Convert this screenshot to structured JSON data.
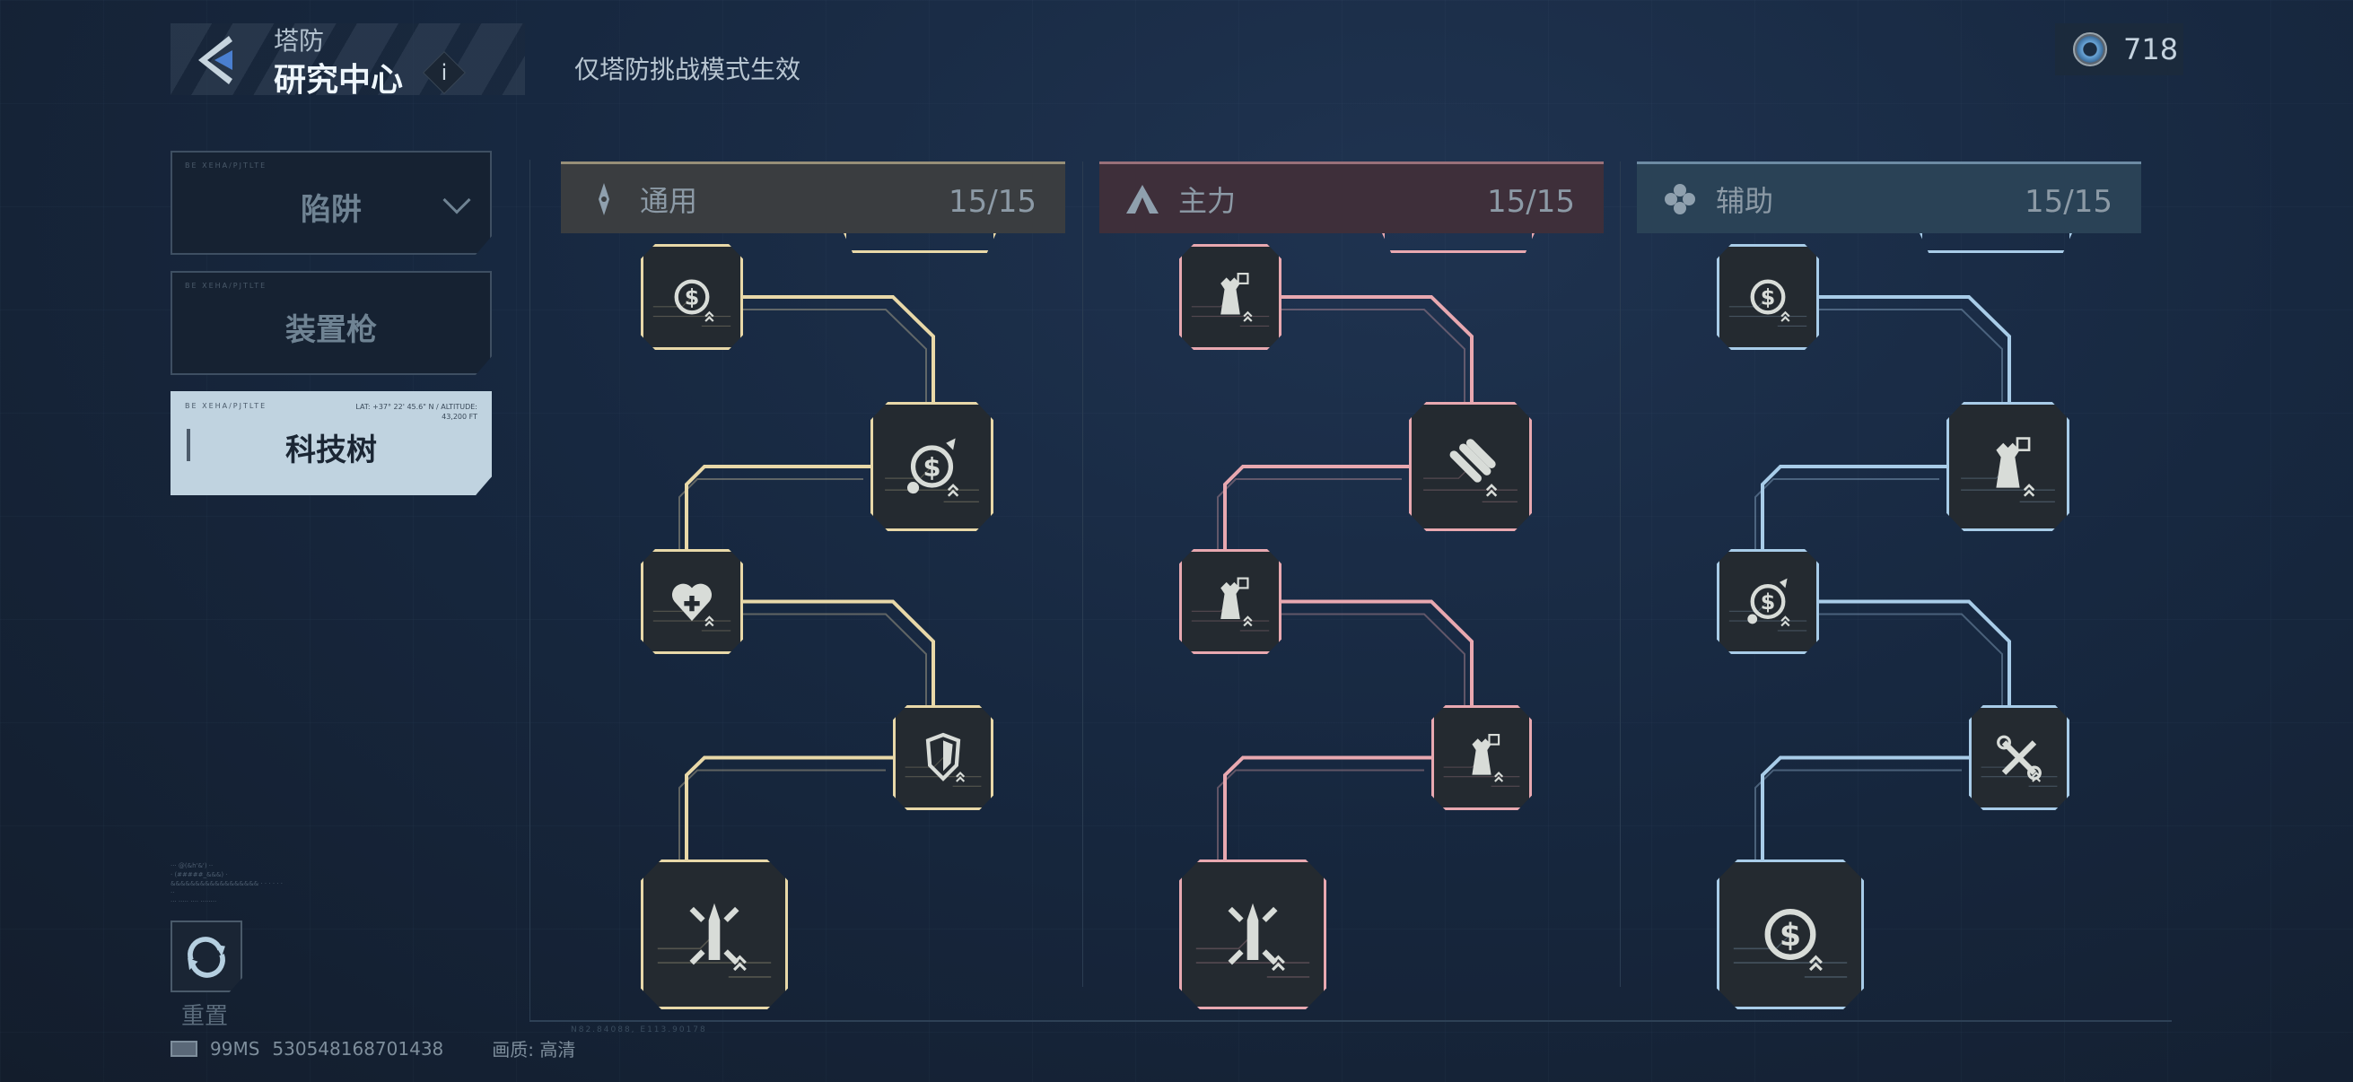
{
  "header": {
    "category": "塔防",
    "title": "研究中心",
    "info": "i",
    "notice": "仅塔防挑战模式生效"
  },
  "currency": {
    "icon": "coin-icon",
    "amount": "718"
  },
  "sidebar": {
    "items": [
      {
        "label": "陷阱",
        "active": false,
        "has_dropdown": true
      },
      {
        "label": "装置枪",
        "active": false
      },
      {
        "label": "科技树",
        "active": true
      }
    ],
    "deco": "BE XEHA/PJTLTE",
    "deco2": "LAT: +37° 22' 45.6\" N / ALTITUDE: 43,200 FT"
  },
  "reset": {
    "label": "重置",
    "icon": "refresh-icon"
  },
  "status": {
    "ping": "99MS",
    "uid": "530548168701438",
    "quality_label": "画质: 高清"
  },
  "coords": "N82.84088, E113.90178",
  "columns": [
    {
      "name": "通用",
      "count": "15/15",
      "color": "#e8d8a8",
      "header_bg": "#3a3d40",
      "icon": "star-diamond-icon",
      "nodes": [
        "dollar-upgrade-icon",
        "dollar-wrench-icon",
        "heart-plus-icon",
        "shield-icon",
        "bullet-core-icon"
      ]
    },
    {
      "name": "主力",
      "count": "15/15",
      "color": "#e8a8b0",
      "header_bg": "#3e2f3a",
      "icon": "triangle-emblem-icon",
      "nodes": [
        "tower-upgrade-icon",
        "bullets-icon",
        "tower-upgrade-icon",
        "tower-upgrade-icon",
        "bullet-core-icon"
      ]
    },
    {
      "name": "辅助",
      "count": "15/15",
      "color": "#a8cce8",
      "header_bg": "#2a4256",
      "icon": "plus-flower-icon",
      "nodes": [
        "dollar-upgrade-icon",
        "tower-upgrade-icon",
        "dollar-wrench-icon",
        "wrench-cross-icon",
        "dollar-upgrade-icon"
      ]
    }
  ]
}
